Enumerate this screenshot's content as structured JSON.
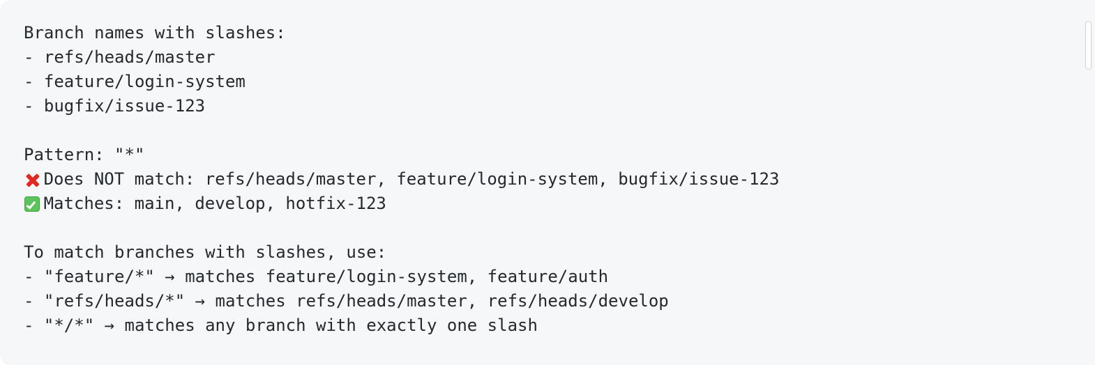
{
  "terminal_output": {
    "background_color": "#f6f7f9",
    "text_color": "#24292e",
    "lines": [
      {
        "id": "heading-branch-names",
        "kind": "text",
        "text": "Branch names with slashes:"
      },
      {
        "id": "branch-refs-heads-master",
        "kind": "text",
        "text": "- refs/heads/master"
      },
      {
        "id": "branch-feature-login-system",
        "kind": "text",
        "text": "- feature/login-system"
      },
      {
        "id": "branch-bugfix-issue-123",
        "kind": "text",
        "text": "- bugfix/issue-123"
      },
      {
        "id": "spacer-1",
        "kind": "blank",
        "text": ""
      },
      {
        "id": "pattern-declaration",
        "kind": "text",
        "text": "Pattern: \"*\""
      },
      {
        "id": "does-not-match-row",
        "kind": "status",
        "icon": "cross-mark-icon",
        "text": "Does NOT match: refs/heads/master, feature/login-system, bugfix/issue-123"
      },
      {
        "id": "matches-row",
        "kind": "status",
        "icon": "check-mark-button-icon",
        "text": "Matches: main, develop, hotfix-123"
      },
      {
        "id": "spacer-2",
        "kind": "blank",
        "text": ""
      },
      {
        "id": "heading-to-match-branches",
        "kind": "text",
        "text": "To match branches with slashes, use:"
      },
      {
        "id": "example-feature-glob",
        "kind": "text",
        "text": "- \"feature/*\" → matches feature/login-system, feature/auth"
      },
      {
        "id": "example-refs-heads-glob",
        "kind": "text",
        "text": "- \"refs/heads/*\" → matches refs/heads/master, refs/heads/develop"
      },
      {
        "id": "example-glob-slash-glob",
        "kind": "text",
        "text": "- \"*/*\" → matches any branch with exactly one slash"
      }
    ]
  },
  "scrollbar": {
    "orientation": "vertical",
    "thumb_color": "#ccd2da"
  }
}
